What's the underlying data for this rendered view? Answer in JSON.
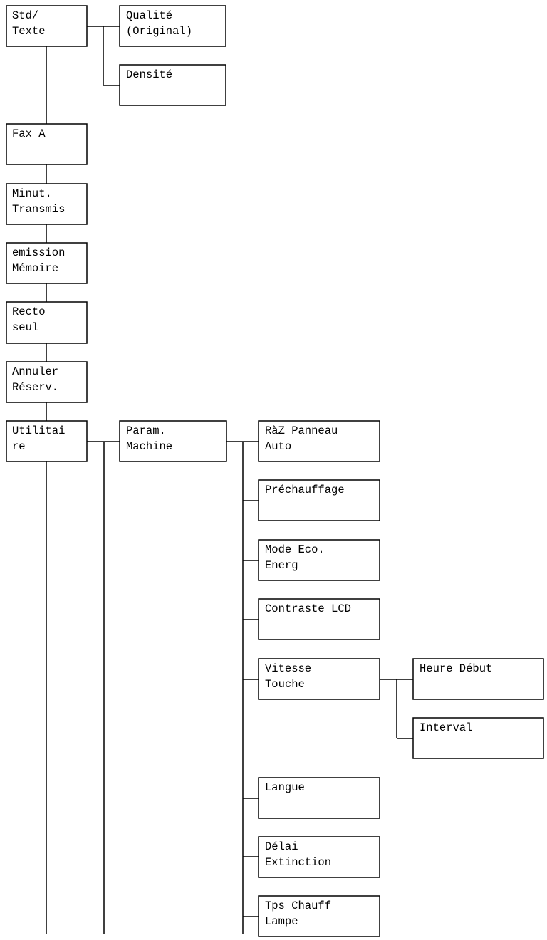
{
  "diagram": {
    "type": "menu-tree",
    "nodes": {
      "std_texte": {
        "line1": "Std/",
        "line2": "Texte"
      },
      "qualite": {
        "line1": "Qualité",
        "line2": "(Original)"
      },
      "densite": {
        "line1": "Densité",
        "line2": ""
      },
      "fax_a": {
        "line1": "Fax A",
        "line2": ""
      },
      "minut_transmis": {
        "line1": "Minut.",
        "line2": "Transmis"
      },
      "emission_memoire": {
        "line1": "emission",
        "line2": "Mémoire"
      },
      "recto_seul": {
        "line1": "Recto",
        "line2": "seul"
      },
      "annuler_reserv": {
        "line1": "Annuler",
        "line2": "Réserv."
      },
      "utilitaire": {
        "line1": "Utilitai",
        "line2": "re"
      },
      "param_machine": {
        "line1": "Param.",
        "line2": "Machine"
      },
      "raz_panneau": {
        "line1": "RàZ Panneau",
        "line2": "Auto"
      },
      "prechauffage": {
        "line1": "Préchauffage",
        "line2": ""
      },
      "mode_eco": {
        "line1": "Mode Eco.",
        "line2": "Energ"
      },
      "contraste_lcd": {
        "line1": "Contraste LCD",
        "line2": ""
      },
      "vitesse_touche": {
        "line1": "Vitesse",
        "line2": "Touche"
      },
      "heure_debut": {
        "line1": "Heure Début",
        "line2": ""
      },
      "interval": {
        "line1": "Interval",
        "line2": ""
      },
      "langue": {
        "line1": "Langue",
        "line2": ""
      },
      "delai_extinction": {
        "line1": "Délai",
        "line2": "Extinction"
      },
      "tps_chauff": {
        "line1": "Tps Chauff",
        "line2": "Lampe"
      }
    }
  }
}
